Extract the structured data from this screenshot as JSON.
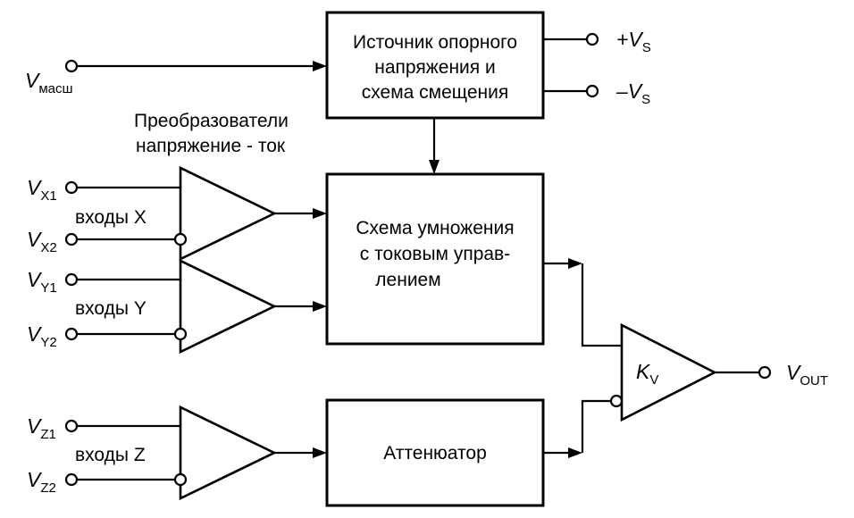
{
  "blocks": {
    "reference": {
      "lines": [
        "Источник опорного",
        "напряжения и",
        "схема смещения"
      ]
    },
    "multiplier": {
      "lines": [
        "Схема умножения",
        "с токовым управ-",
        "лением"
      ]
    },
    "attenuator": {
      "lines": [
        "Аттенюатор"
      ]
    }
  },
  "converters_label": {
    "lines": [
      "Преобразователи",
      "напряжение - ток"
    ]
  },
  "groups": {
    "x": "входы X",
    "y": "входы Y",
    "z": "входы Z"
  },
  "inputs": {
    "vmash": {
      "main": "V",
      "sub": "масш"
    },
    "vx1": {
      "main": "V",
      "sub": "X1"
    },
    "vx2": {
      "main": "V",
      "sub": "X2"
    },
    "vy1": {
      "main": "V",
      "sub": "Y1"
    },
    "vy2": {
      "main": "V",
      "sub": "Y2"
    },
    "vz1": {
      "main": "V",
      "sub": "Z1"
    },
    "vz2": {
      "main": "V",
      "sub": "Z2"
    }
  },
  "supply": {
    "pos": {
      "main": "+V",
      "sub": "S"
    },
    "neg": {
      "main": "–V",
      "sub": "S"
    }
  },
  "output": {
    "main": "V",
    "sub": "OUT"
  },
  "gain": {
    "main": "K",
    "sub": "V"
  }
}
